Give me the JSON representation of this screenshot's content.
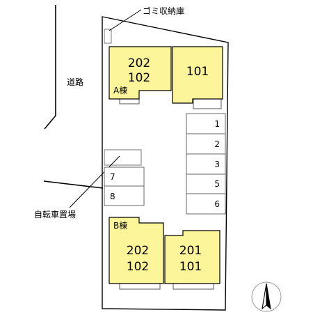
{
  "labels": {
    "garbage": "ゴミ収納庫",
    "road": "道路",
    "bicycle_parking": "自転車置場"
  },
  "building_a": {
    "name": "A棟",
    "unit_left_top": "202",
    "unit_left_bottom": "102",
    "unit_right": "101"
  },
  "building_b": {
    "name": "B棟",
    "unit_left_top": "202",
    "unit_left_bottom": "102",
    "unit_right_top": "201",
    "unit_right_bottom": "101"
  },
  "parking": {
    "right_slots": [
      "1",
      "2",
      "3",
      "5",
      "6"
    ],
    "left_slots": [
      "7",
      "8"
    ]
  },
  "colors": {
    "building_fill": "#fdf59a",
    "line": "#000000",
    "slot_border": "#666666"
  },
  "compass_icon": "north-arrow-icon"
}
